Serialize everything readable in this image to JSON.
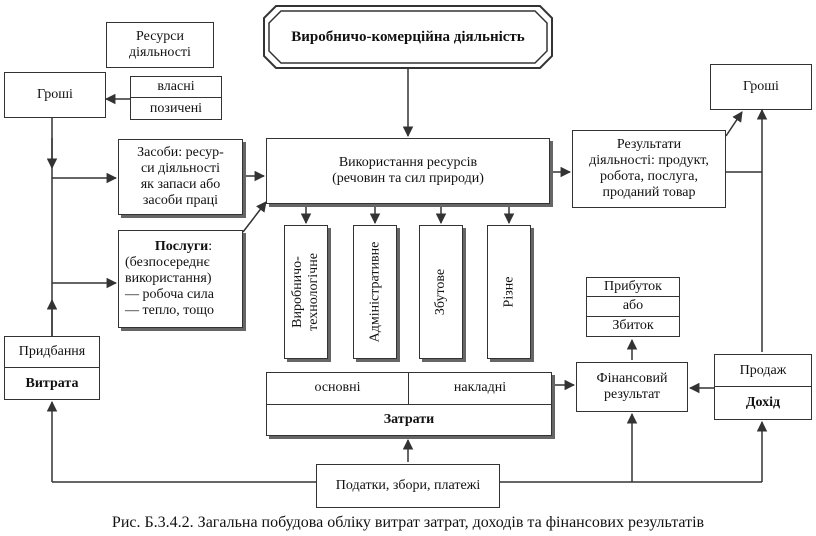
{
  "diagram": {
    "title": "Виробничо-комерційна діяльність",
    "resources": "Ресурси діяльності",
    "money_left": "Гроші",
    "own": "власні",
    "borrowed": "позичені",
    "means": [
      "Засоби: ресур-",
      "си діяльності",
      "як запаси або",
      "засоби праці"
    ],
    "services_title": "Послуги",
    "services_lines": [
      "(безпосереднє",
      "використання)",
      "— робоча сила",
      "— тепло, тощо"
    ],
    "purchase": "Придбання",
    "expense": "Витрата",
    "usage": [
      "Використання ресурсів",
      "(речовин та сил природи)"
    ],
    "categories": [
      "Виробничо-технологічне",
      "Адміністративне",
      "Збутове",
      "Різне"
    ],
    "category_production_lines": [
      "Виробничо-",
      "технологічне"
    ],
    "main_costs": "основні",
    "overhead_costs": "накладні",
    "costs": "Затрати",
    "results": [
      "Результати",
      "діяльності: продукт,",
      "робота, послуга,",
      "проданий товар"
    ],
    "money_right": "Гроші",
    "profit": "Прибуток",
    "or": "або",
    "loss": "Збиток",
    "fin_result": [
      "Фінансовий",
      "результат"
    ],
    "sale": "Продаж",
    "income": "Дохід",
    "taxes": "Податки, збори, платежі"
  },
  "caption": "Рис. Б.3.4.2. Загальна побудова обліку витрат затрат, доходів та фінансових результатів"
}
